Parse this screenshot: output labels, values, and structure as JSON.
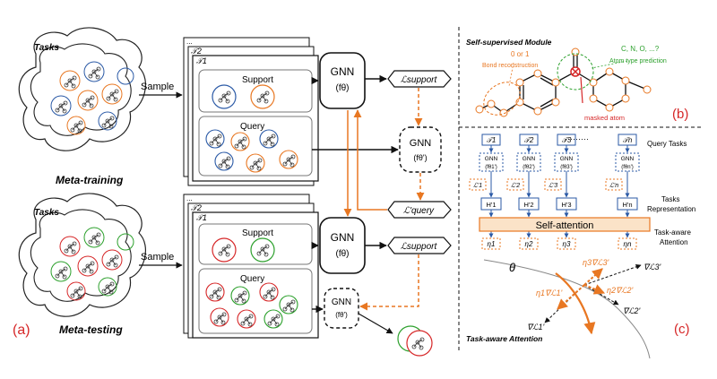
{
  "panel_a": {
    "tasks_top": "Tasks",
    "tasks_bottom": "Tasks",
    "meta_training": "Meta-training",
    "meta_testing": "Meta-testing",
    "sample_top": "Sample",
    "sample_bottom": "Sample",
    "t2_top": "𝒯2",
    "t1_top": "𝒯1",
    "t2_bot": "𝒯2",
    "t1_bot": "𝒯1",
    "ellipsis_top": "...",
    "ellipsis_bot": "...",
    "support_top": "Support",
    "query_top": "Query",
    "support_bot": "Support",
    "query_bot": "Query",
    "gnn_top": "GNN",
    "gnn_top_param": "(fθ)",
    "gnn_top2": "GNN",
    "gnn_top2_param": "(fθ')",
    "gnn_bot": "GNN",
    "gnn_bot_param": "(fθ)",
    "gnn_bot2": "GNN",
    "gnn_bot2_param": "(fθ')",
    "loss_support_top": "ℒsupport",
    "loss_query": "ℒ'query",
    "loss_support_bot": "ℒsupport",
    "label": "(a)"
  },
  "panel_b": {
    "title": "Self-supervised Module",
    "bond_label_1": "0 or 1",
    "bond_label_2": "Bond reconstruction",
    "atom_label_1": "C, N, O, ...?",
    "atom_label_2": "Atom type prediction",
    "masked": "masked atom",
    "label": "(b)"
  },
  "panel_c": {
    "tasks": [
      "𝒯1",
      "𝒯2",
      "𝒯3",
      "𝒯n"
    ],
    "dots": "·········",
    "gnn": "GNN",
    "gnn_params": [
      "(fθ1')",
      "(fθ2')",
      "(fθ3')",
      "(fθn')"
    ],
    "losses": [
      "ℒ'1",
      "ℒ'2",
      "ℒ'3",
      "ℒ'n"
    ],
    "reps": [
      "H'1",
      "H'2",
      "H'3",
      "H'n"
    ],
    "etas": [
      "η1",
      "η2",
      "η3",
      "ηn"
    ],
    "self_attention": "Self-attention",
    "query_tasks": "Query Tasks",
    "tasks_rep_1": "Tasks",
    "tasks_rep_2": "Representation",
    "task_aware_1": "Task-aware",
    "task_aware_2": "Attention",
    "theta": "θ",
    "grad_l3": "∇ℒ3'",
    "grad_l2": "∇ℒ2'",
    "grad_l1": "∇ℒ1'",
    "eta_grad_3": "η3∇ℒ3'",
    "eta_grad_2": "η2∇ℒ2'",
    "eta_grad_1": "η1∇ℒ1'",
    "footer": "Task-aware Attention",
    "label": "(c)"
  },
  "colors": {
    "orange": "#e87722",
    "red": "#d62728",
    "green": "#2ca02c",
    "blue": "#2b5aa6",
    "dark": "#111111"
  }
}
